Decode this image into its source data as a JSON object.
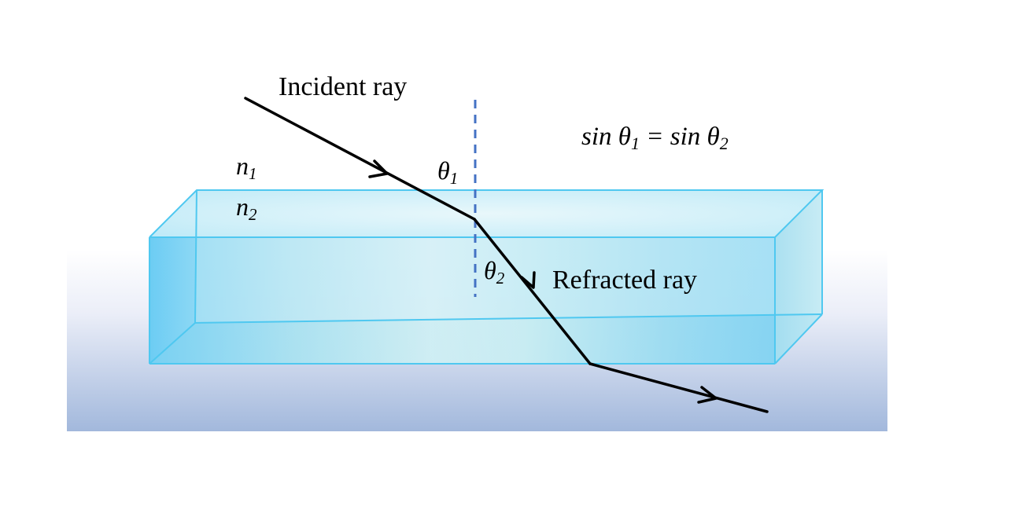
{
  "labels": {
    "incident_ray": "Incident ray",
    "refracted_ray": "Refracted ray",
    "n1": {
      "base": "n",
      "sub": "1"
    },
    "n2": {
      "base": "n",
      "sub": "2"
    },
    "theta1": {
      "base": "θ",
      "sub": "1"
    },
    "theta2": {
      "base": "θ",
      "sub": "2"
    },
    "equation": {
      "left_fn": "sin θ",
      "left_sub": "1",
      "equals": " = ",
      "right_fn": "sin θ",
      "right_sub": "2"
    }
  },
  "colors": {
    "ray": "#000000",
    "normal_line": "#4472c4",
    "slab_edge": "#4fc8f0",
    "slab_fill_edge": "#6fd0f4",
    "slab_fill_center": "#e6f6fa",
    "background_top": "#ffffff",
    "background_bottom": "#a2b8dc"
  }
}
